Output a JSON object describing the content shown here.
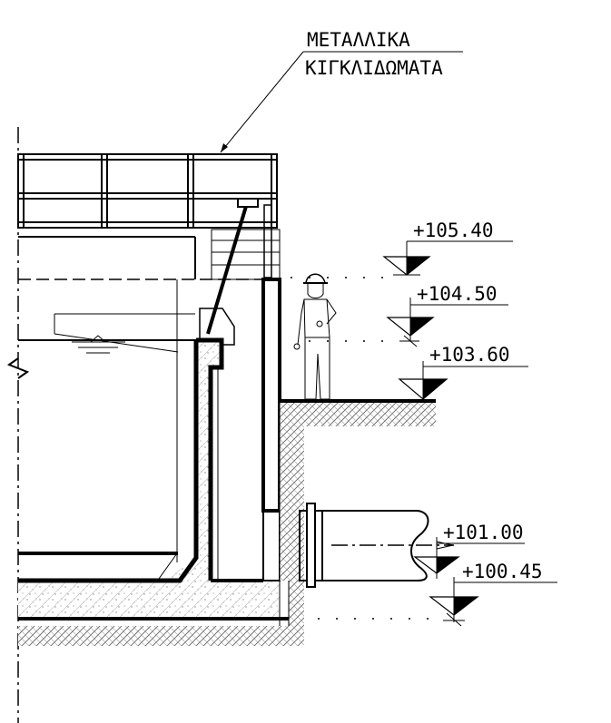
{
  "title_label": {
    "line1": "ΜΕΤΑΛΛΙΚΑ",
    "line2": "ΚΙΓΚΛΙΔΩΜΑΤΑ"
  },
  "levels": {
    "l1": "+105.40",
    "l2": "+104.50",
    "l3": "+103.60",
    "l4": "+101.00",
    "l5": "+100.45"
  }
}
